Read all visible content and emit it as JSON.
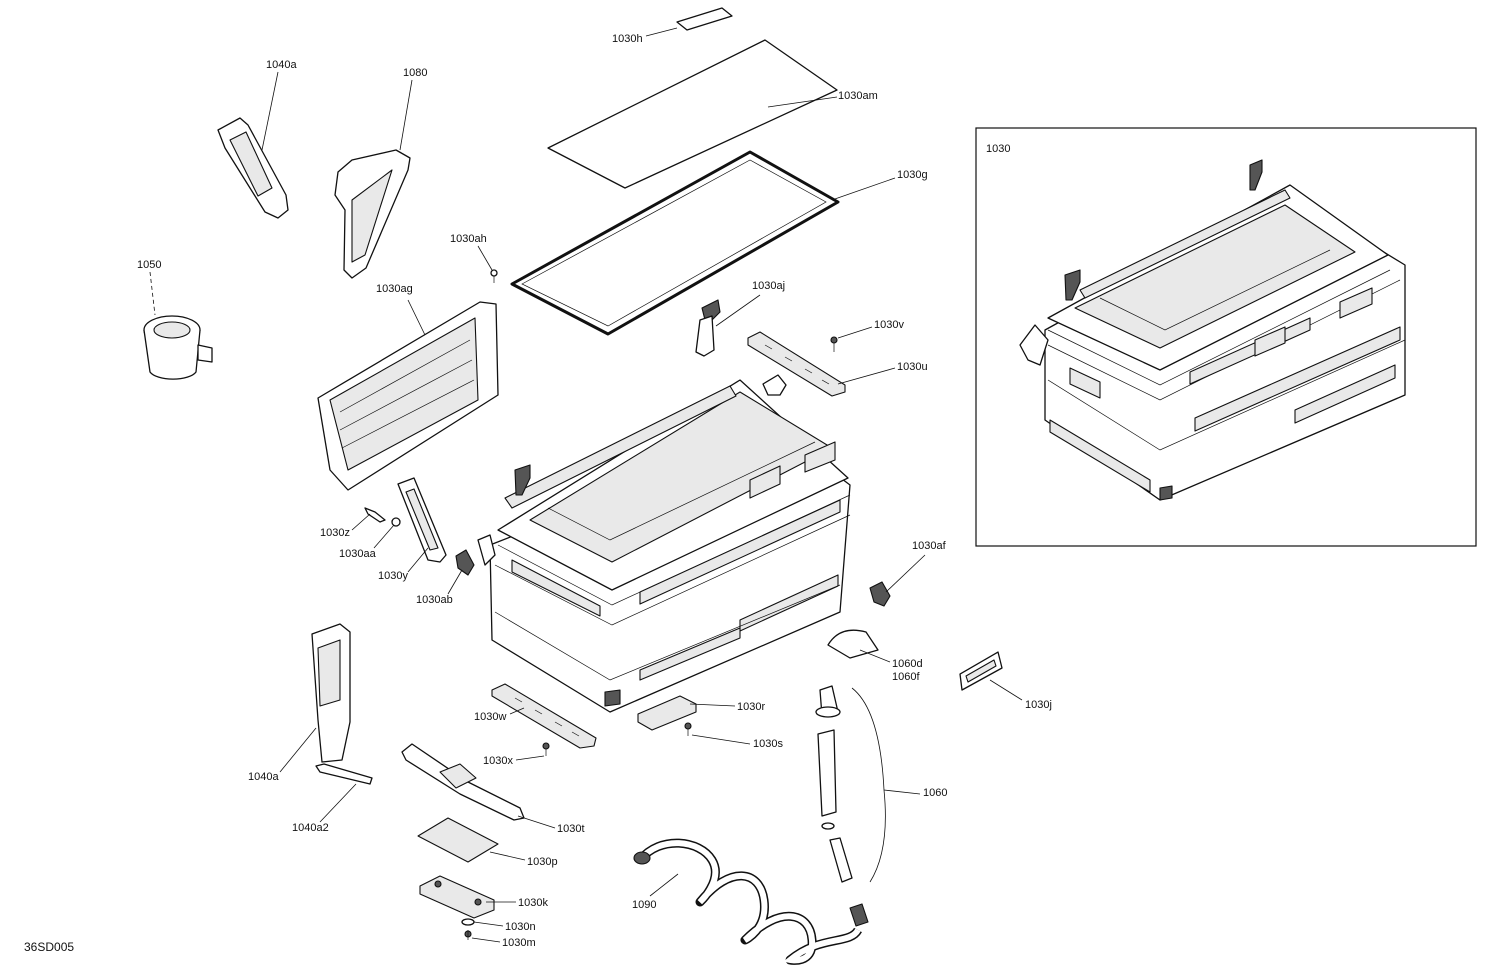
{
  "diagram_code": "36SD005",
  "inset_label": "1030",
  "callouts": {
    "c1030h": "1030h",
    "c1030am": "1030am",
    "c1030g": "1030g",
    "c1030ah": "1030ah",
    "c1030ag": "1030ag",
    "c1030aj": "1030aj",
    "c1030v": "1030v",
    "c1030u": "1030u",
    "c1040a_top": "1040a",
    "c1080": "1080",
    "c1050": "1050",
    "c1030z": "1030z",
    "c1030aa": "1030aa",
    "c1030y": "1030y",
    "c1030ab": "1030ab",
    "c1030af": "1030af",
    "c1060d": "1060d",
    "c1060f": "1060f",
    "c1030j": "1030j",
    "c1030r": "1030r",
    "c1030s": "1030s",
    "c1030w": "1030w",
    "c1030x": "1030x",
    "c1040a_bottom": "1040a",
    "c1040a2": "1040a2",
    "c1030t": "1030t",
    "c1030p": "1030p",
    "c1030k": "1030k",
    "c1030n": "1030n",
    "c1030m": "1030m",
    "c1060": "1060",
    "c1090": "1090"
  }
}
